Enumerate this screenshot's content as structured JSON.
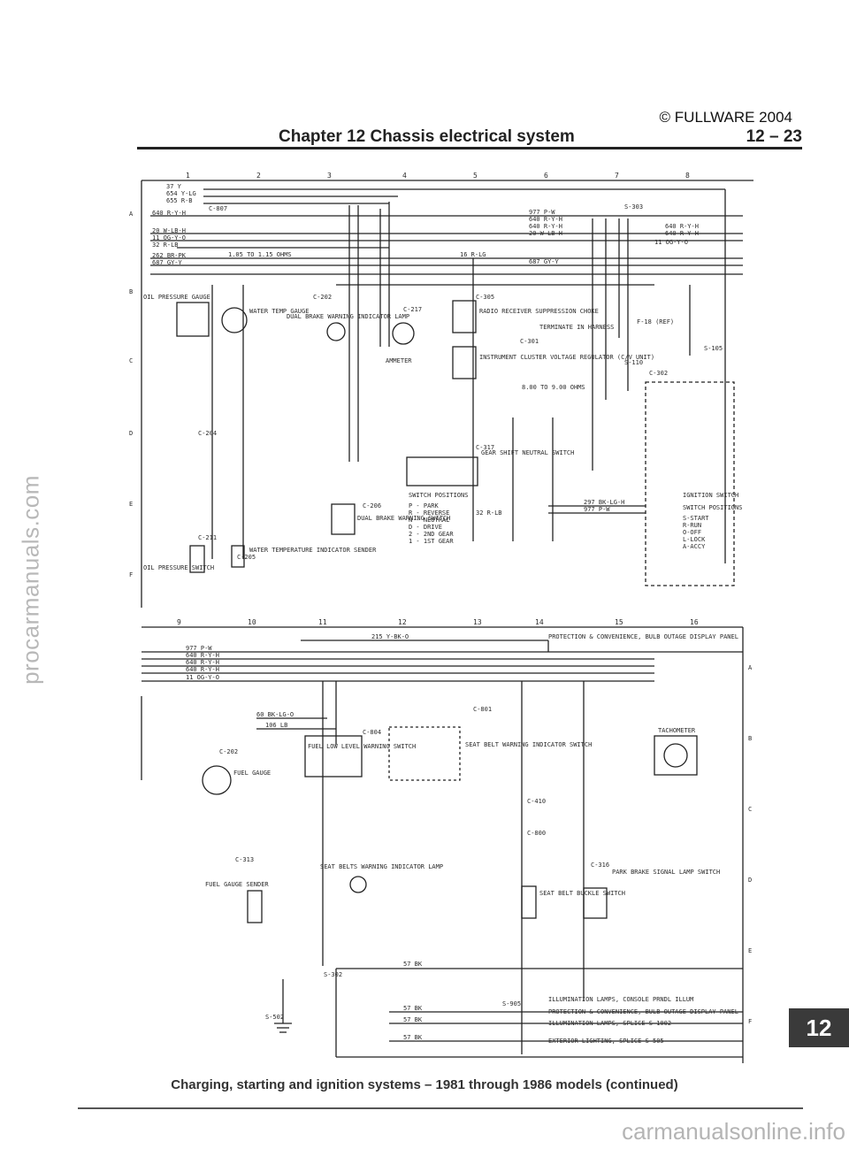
{
  "watermarks": {
    "side": "procarmanuals.com",
    "bottom": "carmanualsonline.info"
  },
  "header": {
    "copyright": "© FULLWARE 2004",
    "chapter_title": "Chapter 12  Chassis electrical system",
    "page_number": "12 – 23"
  },
  "diagram": {
    "top_grid": [
      "1",
      "2",
      "3",
      "4",
      "5",
      "6",
      "7",
      "8"
    ],
    "bottom_grid": [
      "9",
      "10",
      "11",
      "12",
      "13",
      "14",
      "15",
      "16"
    ],
    "row_letters": [
      "A",
      "B",
      "C",
      "D",
      "E",
      "F"
    ],
    "wires_top": [
      "37 Y",
      "654 Y-LG",
      "655 R-B",
      "640 R-Y-H",
      "20 W-LB-H",
      "11 OG-Y-O",
      "32 R-LB",
      "262 BR-PK",
      "687 GY-Y"
    ],
    "wires_right": [
      "977 P-W",
      "640 R-Y-H",
      "640 R-Y-H",
      "20 W-LB-H",
      "640 R-Y-H",
      "640 R-Y-H",
      "11 OG-Y-O",
      "687 GY-Y",
      "16 R-LG"
    ],
    "resistor_label": "1.05 TO 1.15 OHMS",
    "resistor_label_2": "8.00 TO 9.00 OHMS",
    "splices": [
      "S-303",
      "S-110",
      "S-105",
      "S-302",
      "S-502",
      "S-905"
    ],
    "connectors_top": [
      "C-807",
      "C-202",
      "C-217",
      "C-305",
      "C-301",
      "C-302",
      "C-204",
      "C-205",
      "C-206",
      "C-317",
      "C-211"
    ],
    "components_top": [
      "OIL PRESSURE GAUGE",
      "WATER TEMP GAUGE",
      "DUAL BRAKE WARNING INDICATOR LAMP",
      "AMMETER",
      "RADIO RECEIVER SUPPRESSION CHOKE",
      "INSTRUMENT CLUSTER VOLTAGE REGULATOR (C/V UNIT)",
      "TERMINATE IN HARNESS",
      "GEAR SHIFT NEUTRAL SWITCH",
      "DUAL BRAKE WARNING SWITCH",
      "OIL PRESSURE SWITCH",
      "WATER TEMPERATURE INDICATOR SENDER",
      "IGNITION SWITCH",
      "F-18 (REF)"
    ],
    "switch_positions_title": "SWITCH POSITIONS",
    "switch_positions": [
      "P - PARK",
      "R - REVERSE",
      "N - NEUTRAL",
      "D - DRIVE",
      "2 - 2ND GEAR",
      "1 - 1ST GEAR"
    ],
    "ignition_positions_title": "SWITCH POSITIONS",
    "ignition_positions": [
      "S-START",
      "R-RUN",
      "O-OFF",
      "L-LOCK",
      "A-ACCY"
    ],
    "ignition_wires": [
      "297 BK-LG-H",
      "977 P-W",
      "32 R-LB"
    ],
    "wires_bottom_left": [
      "977 P-W",
      "640 R-Y-H",
      "640 R-Y-H",
      "640 R-Y-H",
      "11 OG-Y-O"
    ],
    "wire_215": "215 Y-BK-O",
    "wire_60": "60 BK-LG-O",
    "wire_106": "106 LB",
    "connectors_bottom": [
      "C-202",
      "C-804",
      "C-801",
      "C-410",
      "C-313",
      "C-800",
      "C-316"
    ],
    "components_bottom": [
      "FUEL GAUGE",
      "FUEL LOW LEVEL WARNING SWITCH",
      "SEAT BELT WARNING INDICATOR SWITCH",
      "TACHOMETER",
      "FUEL GAUGE SENDER",
      "SEAT BELTS WARNING INDICATOR LAMP",
      "SEAT BELT BUCKLE SWITCH",
      "PARK BRAKE SIGNAL LAMP SWITCH"
    ],
    "destinations": [
      "PROTECTION & CONVENIENCE, BULB OUTAGE DISPLAY PANEL",
      "ILLUMINATION LAMPS, CONSOLE PRNDL ILLUM",
      "PROTECTION & CONVENIENCE, BULB OUTAGE DISPLAY PANEL",
      "ILLUMINATION LAMPS, SPLICE S-1002",
      "EXTERIOR LIGHTING, SPLICE S-505"
    ],
    "ground_wires": [
      "57 BK",
      "57 BK",
      "57 BK",
      "57 BK"
    ]
  },
  "tab": {
    "label": "12"
  },
  "caption": "Charging, starting and ignition systems – 1981 through 1986 models (continued)"
}
